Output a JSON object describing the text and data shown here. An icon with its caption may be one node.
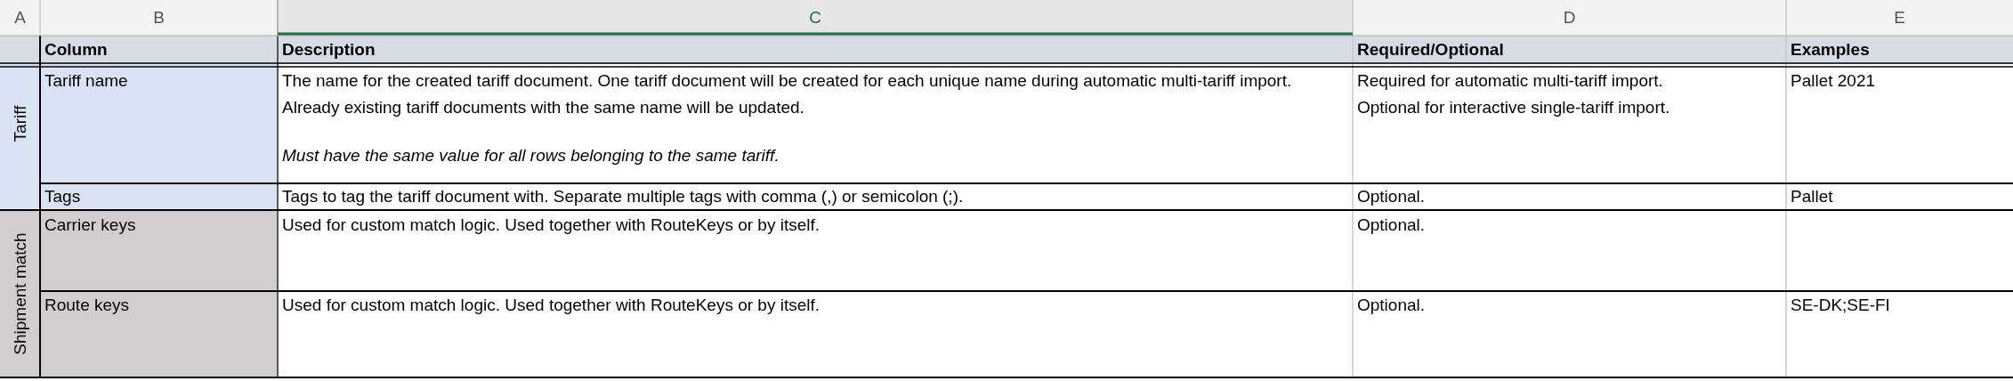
{
  "diagram": {
    "labels": [
      "A",
      "B",
      "C",
      "D",
      "E",
      "Column",
      "Description",
      "Required/Optional",
      "Examples",
      "Tariff",
      "Tariff name",
      "The name for the created tariff document. One tariff document will be created for each unique name during automatic multi-tariff import. Already existing tariff documents with the same name will be updated.",
      "Must have the same value for all rows belonging to the same tariff.",
      "Required for automatic multi-tariff import.",
      "Optional for interactive single-tariff import.",
      "Pallet 2021",
      "Tags",
      "Tags to tag the tariff document with. Separate multiple tags with comma (,) or semicolon (;).",
      "Optional.",
      "Pallet",
      "Shipment match",
      "Carrier keys",
      "Used for custom match logic. Used together with RouteKeys or by itself.",
      "Optional.",
      "Route keys",
      "Used for custom match logic. Used together with RouteKeys or by itself.",
      "Optional.",
      "SE-DK;SE-FI"
    ]
  }
}
